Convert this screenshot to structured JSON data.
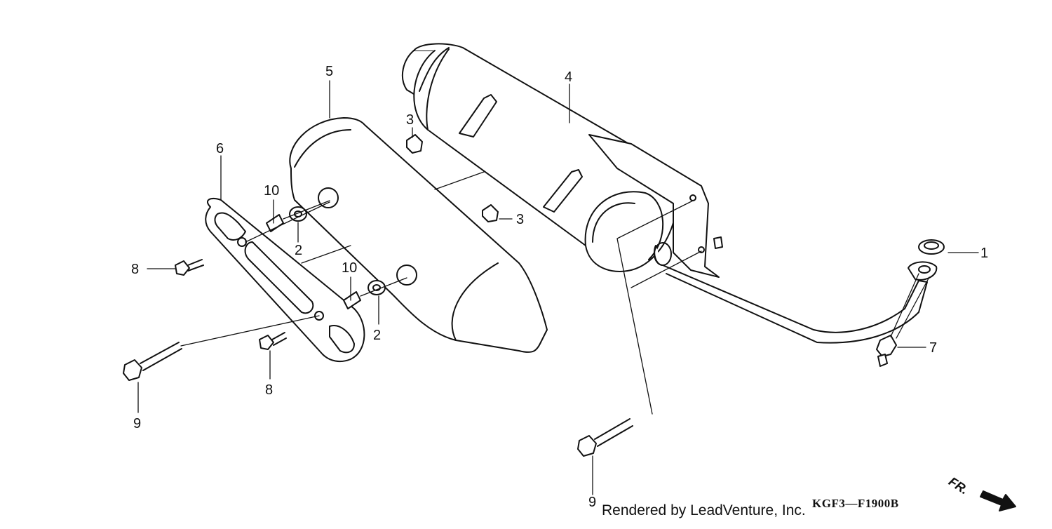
{
  "callouts": {
    "c1": "1",
    "c2a": "2",
    "c2b": "2",
    "c3a": "3",
    "c3b": "3",
    "c4": "4",
    "c5": "5",
    "c6": "6",
    "c7": "7",
    "c8a": "8",
    "c8b": "8",
    "c9a": "9",
    "c9b": "9",
    "c10a": "10",
    "c10b": "10"
  },
  "footer": {
    "credit": "Rendered by LeadVenture, Inc.",
    "code": "KGF3—F1900B",
    "direction": "FR."
  }
}
